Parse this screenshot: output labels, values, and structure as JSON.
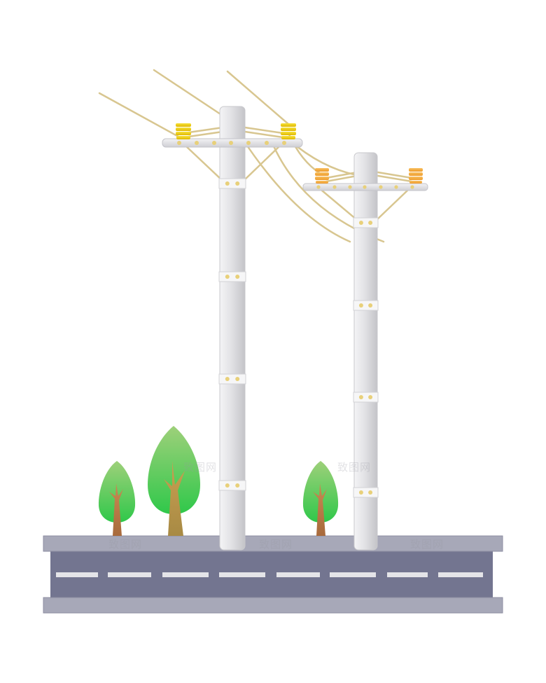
{
  "scene": {
    "description_free": true,
    "elements": {
      "poles": [
        {
          "id": "pole-left",
          "insulator_color": "#f2d21a"
        },
        {
          "id": "pole-right",
          "insulator_color": "#f5a93a"
        }
      ],
      "trees": [
        "tree-small-left",
        "tree-large",
        "tree-small-right"
      ],
      "road": {
        "lane_marks": 8
      }
    },
    "colors": {
      "pole": "#e6e6e8",
      "road": "#737590",
      "curb": "#a7a8b8",
      "lane_mark": "#e4e4e8",
      "tree_leaf": "#43c94a",
      "tree_trunk": "#b4784a",
      "wire": "#d8c690"
    }
  },
  "watermarks": [
    "致图网",
    "致图网",
    "致图网",
    "致图网",
    "致图网"
  ]
}
